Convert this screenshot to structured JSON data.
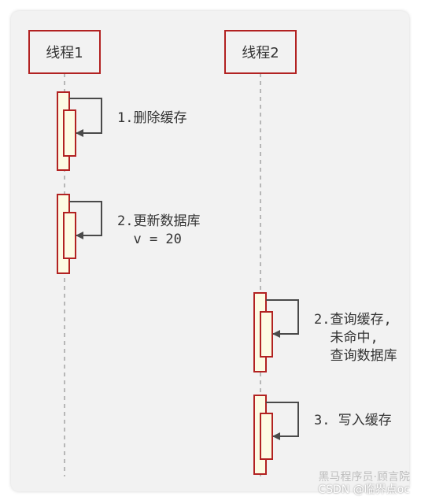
{
  "participants": [
    {
      "label": "线程1"
    },
    {
      "label": "线程2"
    }
  ],
  "steps": [
    {
      "lines": [
        "1.删除缓存"
      ]
    },
    {
      "lines": [
        "2.更新数据库",
        "  v = 20"
      ]
    },
    {
      "lines": [
        "2.查询缓存,",
        "  未命中,",
        "  查询数据库"
      ]
    },
    {
      "lines": [
        "3. 写入缓存"
      ]
    }
  ],
  "watermark": {
    "line1": "黑马程序员·顾言院",
    "line2": "CSDN @临界点oc"
  },
  "colors": {
    "background": "#f2f2f2",
    "box_border": "#b22222",
    "activation_fill": "#fdfbe3",
    "lifeline": "#9e9e9e",
    "arrow": "#4a4a4a",
    "text": "#333333"
  }
}
